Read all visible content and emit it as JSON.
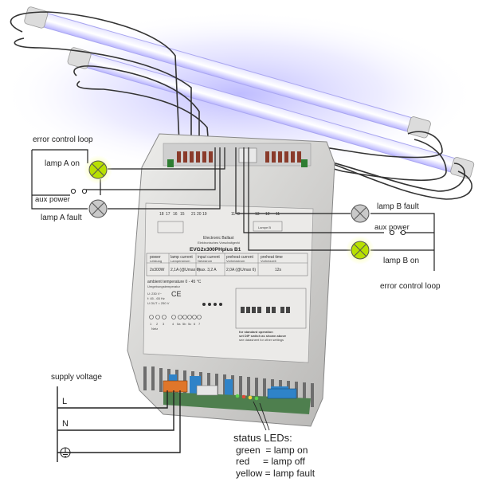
{
  "labels": {
    "error_loop_left": "error control loop",
    "error_loop_right": "error control loop",
    "lamp_a_on": "lamp A on",
    "lamp_a_fault": "lamp A fault",
    "aux_power_left": "aux power",
    "lamp_b_fault": "lamp B fault",
    "lamp_b_on": "lamp B on",
    "aux_power_right": "aux power",
    "supply_voltage": "supply voltage",
    "line_l": "L",
    "line_n": "N"
  },
  "status_leds": {
    "title": "status LEDs:",
    "rows": [
      "green  = lamp on",
      "red     = lamp off",
      "yellow = lamp fault"
    ]
  },
  "ballast": {
    "title": "Electronic Ballast",
    "subtitle": "Elektronisches Vorschaltgerät",
    "model": "EVG2x300PHplus B1",
    "terminals_top_left": [
      "18",
      "17",
      "16",
      "15"
    ],
    "terminals_top_mid": [
      "21",
      "20",
      "19"
    ],
    "terminals_top_right": [
      "11",
      "8"
    ],
    "terminals_top_far": [
      "13",
      "12",
      "11"
    ],
    "lamp_b_tag": "Lampe B",
    "table_headers": [
      "power",
      "lamp current",
      "input current",
      "preheat current",
      "preheat time"
    ],
    "table_subheaders": [
      "Leistung",
      "Lampenstrom",
      "Netzstrom",
      "Vorheizstrom",
      "Vorheizzeit"
    ],
    "table_values": [
      "2x300W",
      "2,1A (@Umax 6)",
      "max. 3,2 A",
      "2,0A (@Umax 6)",
      "12s"
    ],
    "ambient": "ambient temperature 0 - 45 °C",
    "ambient_sub": "Umgebungstemperatur",
    "electrical_lines": [
      "U: 230 V~",
      "f: 45 - 65 Hz",
      "U OUT = 250 V"
    ],
    "ce_mark": "CE",
    "bottom_terminals": [
      "1",
      "2",
      "3",
      "4",
      "5a",
      "5b",
      "5c",
      "6",
      "7"
    ],
    "mains_tag": "Netz",
    "note_lines": [
      "for standard operation",
      "set DIP switch as shown above",
      "see datasheet for other settings"
    ]
  },
  "colors": {
    "lamp_glow": "#c9c7ff",
    "led_green": "#b8e000",
    "led_green_glow": "#f2ff7a",
    "led_grey": "#c9c9c9",
    "housing": "#d6d5d4",
    "label_bg": "#e9e8e6",
    "connector_blue": "#2f83c8",
    "connector_orange": "#e0762a"
  }
}
